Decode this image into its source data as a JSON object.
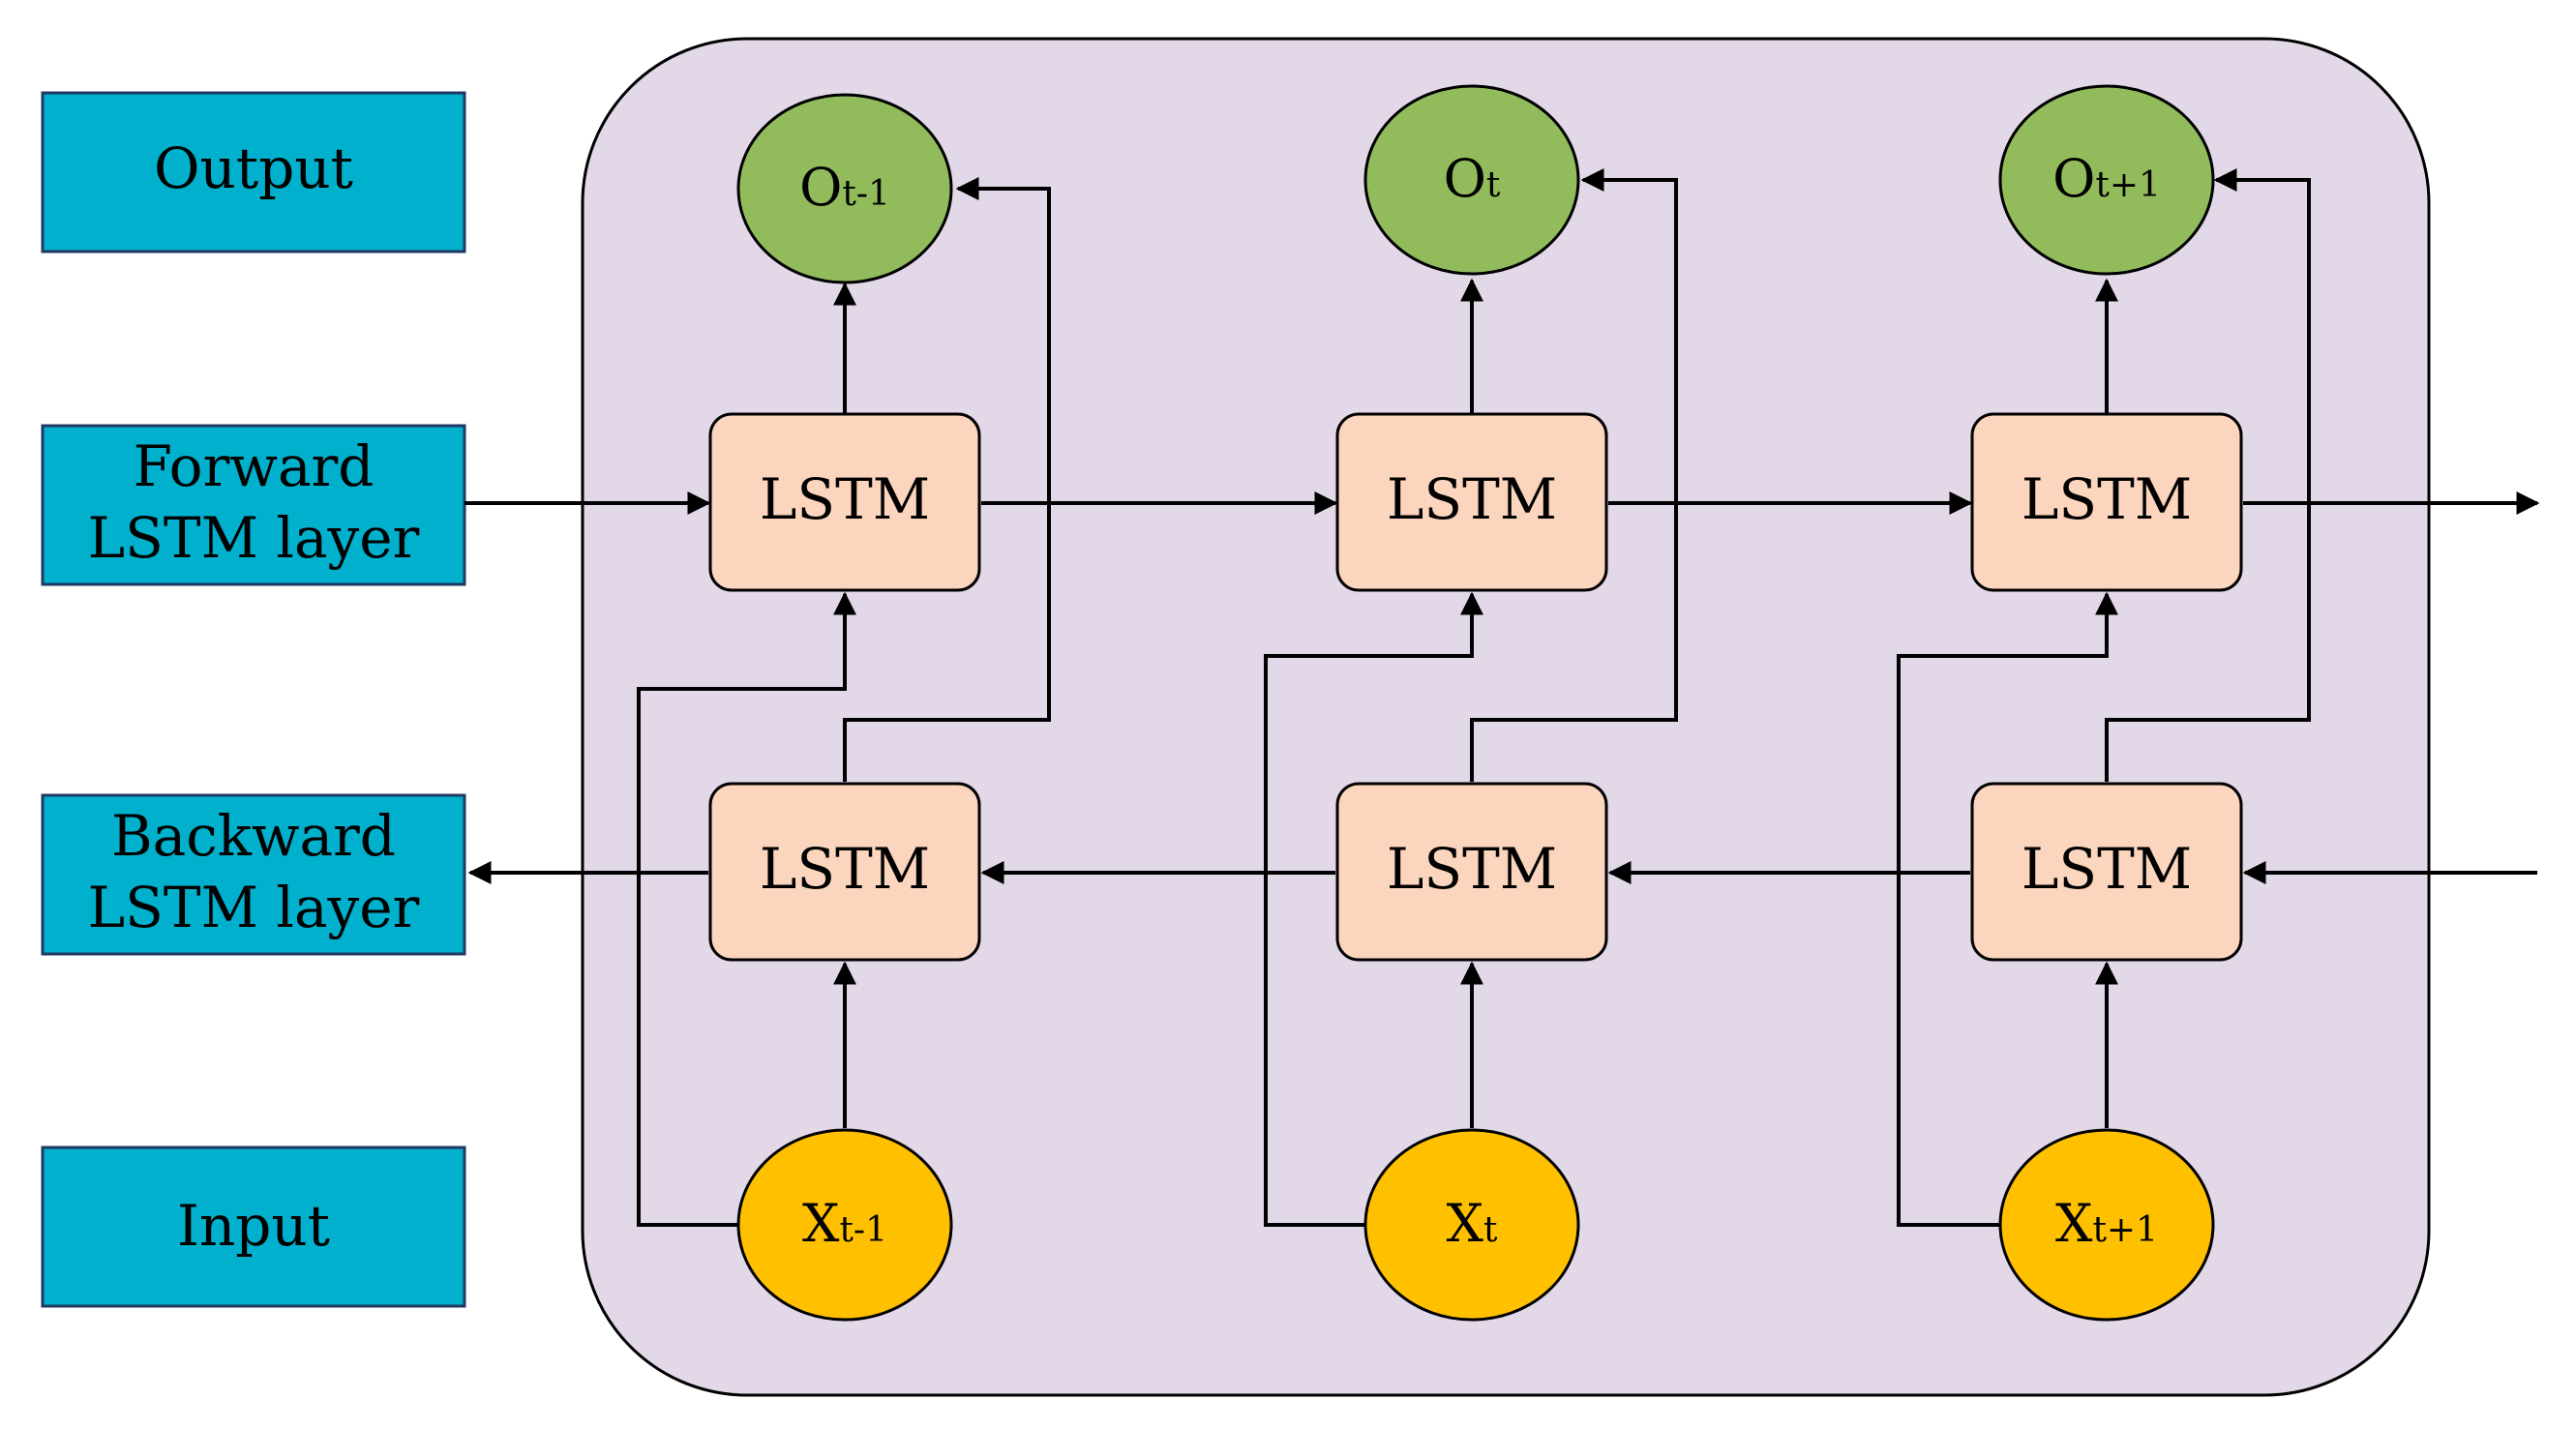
{
  "layer_labels": {
    "output": "Output",
    "forward_line1": "Forward",
    "forward_line2": "LSTM layer",
    "backward_line1": "Backward",
    "backward_line2": "LSTM layer",
    "input": "Input"
  },
  "steps": [
    {
      "output": {
        "base": "O",
        "sub": "t-1"
      },
      "forward_cell": "LSTM",
      "backward_cell": "LSTM",
      "input": {
        "base": "X",
        "sub": "t-1"
      }
    },
    {
      "output": {
        "base": "O",
        "sub": "t"
      },
      "forward_cell": "LSTM",
      "backward_cell": "LSTM",
      "input": {
        "base": "X",
        "sub": "t"
      }
    },
    {
      "output": {
        "base": "O",
        "sub": "t+1"
      },
      "forward_cell": "LSTM",
      "backward_cell": "LSTM",
      "input": {
        "base": "X",
        "sub": "t+1"
      }
    }
  ],
  "colors": {
    "label_box_fill": "#00B0CC",
    "label_box_stroke": "#1F3864",
    "panel_fill": "#E2D8E8",
    "cell_fill": "#FBD5BD",
    "output_node_fill": "#92BC5C",
    "input_node_fill": "#FFC000",
    "line": "#000000"
  }
}
